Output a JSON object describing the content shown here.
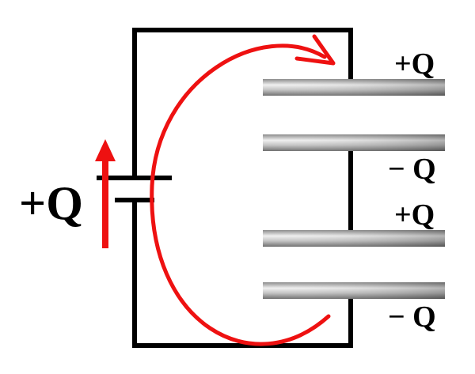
{
  "labels": {
    "battery_charge": "+Q",
    "plate1_charge": "+Q",
    "plate2_charge": "− Q",
    "plate3_charge": "+Q",
    "plate4_charge": "− Q"
  },
  "colors": {
    "wire": "#000000",
    "current_arrow": "#ee1111",
    "charge_arrow": "#ee1111",
    "plate_light": "#e9e9e9",
    "plate_dark": "#7e7e7e"
  }
}
